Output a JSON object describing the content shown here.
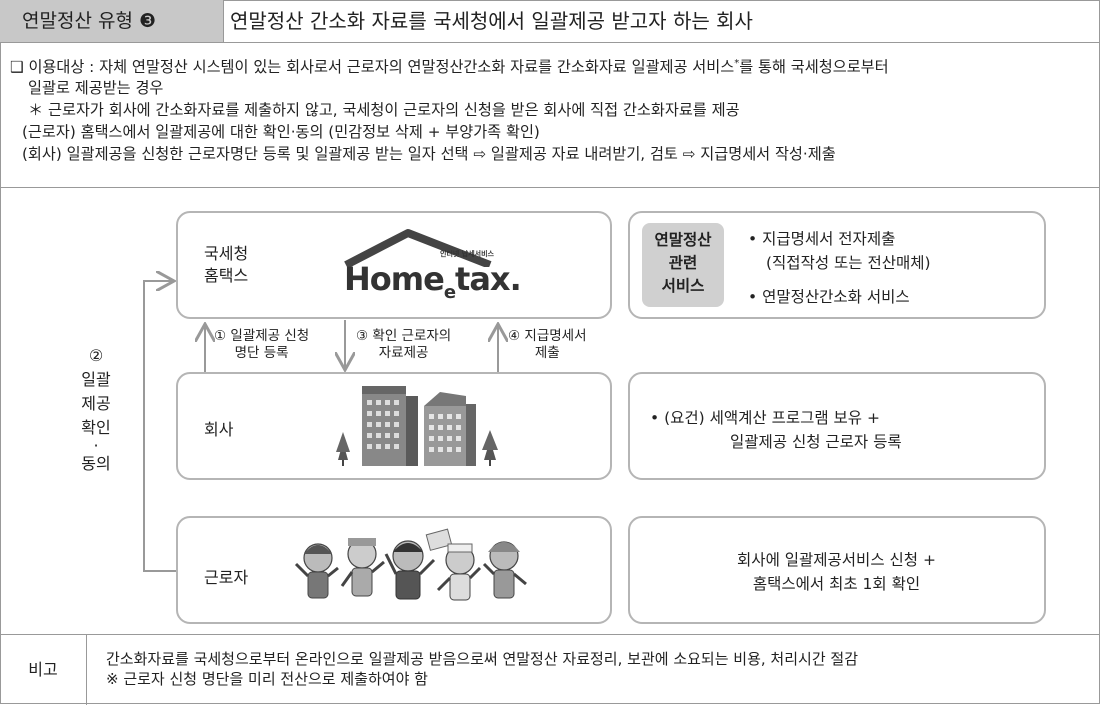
{
  "header": {
    "type_label": "연말정산 유형 ❸",
    "title": "연말정산 간소화 자료를 국세청에서 일괄제공 받고자 하는 회사"
  },
  "intro": {
    "line1": "❑ 이용대상 : 자체 연말정산 시스템이 있는 회사로서 근로자의 연말정산간소화 자료를 간소화자료 일괄제공 서비스",
    "line1_mark": "*",
    "line1_tail": "를 통해 국세청으로부터",
    "line2": "일괄로 제공받는 경우",
    "line3": "＊ 근로자가 회사에 간소화자료를 제출하지 않고, 국세청이 근로자의 신청을 받은 회사에 직접 간소화자료를 제공",
    "line4": "(근로자) 홈택스에서 일괄제공에 대한 확인·동의 (민감정보 삭제 + 부양가족 확인)",
    "line5": "(회사) 일괄제공을 신청한 근로자명단 등록 및 일괄제공 받는 일자 선택 ⇨ 일괄제공 자료 내려받기, 검토 ⇨ 지급명세서 작성·제출"
  },
  "diagram": {
    "nts": {
      "line1": "국세청",
      "line2": "홈택스"
    },
    "logo": {
      "small": "인터넷 납세서비스",
      "main": "Home",
      "sub": "e",
      "tail": "tax."
    },
    "company": "회사",
    "worker": "근로자",
    "service_badge": {
      "line1": "연말정산",
      "line2": "관련",
      "line3": "서비스"
    },
    "services": [
      "• 지급명세서 전자제출",
      "(직접작성 또는 전산매체)",
      "• 연말정산간소화 서비스"
    ],
    "company_desc": {
      "line1": "• (요건) 세액계산 프로그램 보유 +",
      "line2": "일괄제공 신청 근로자 등록"
    },
    "worker_desc": {
      "line1": "회사에  일괄제공서비스  신청  +",
      "line2": "홈택스에서  최초  1회  확인"
    },
    "steps": {
      "s1": {
        "line1": "① 일괄제공 신청",
        "line2": "명단 등록"
      },
      "s3": {
        "line1": "③ 확인 근로자의",
        "line2": "자료제공"
      },
      "s4": {
        "line1": "④ 지급명세서",
        "line2": "제출"
      }
    },
    "confirm": [
      "②",
      "일괄",
      "제공",
      "확인",
      "·",
      "동의"
    ]
  },
  "note": {
    "label": "비고",
    "line1": "간소화자료를 국세청으로부터 온라인으로 일괄제공 받음으로써 연말정산 자료정리, 보관에 소요되는 비용, 처리시간 절감",
    "line2": "※ 근로자 신청 명단을 미리 전산으로 제출하여야 함"
  },
  "colors": {
    "header_bg": "#c8c8c8",
    "box_border": "#b5b5b5",
    "badge_bg": "#d0d0d0",
    "arrow": "#999999"
  }
}
